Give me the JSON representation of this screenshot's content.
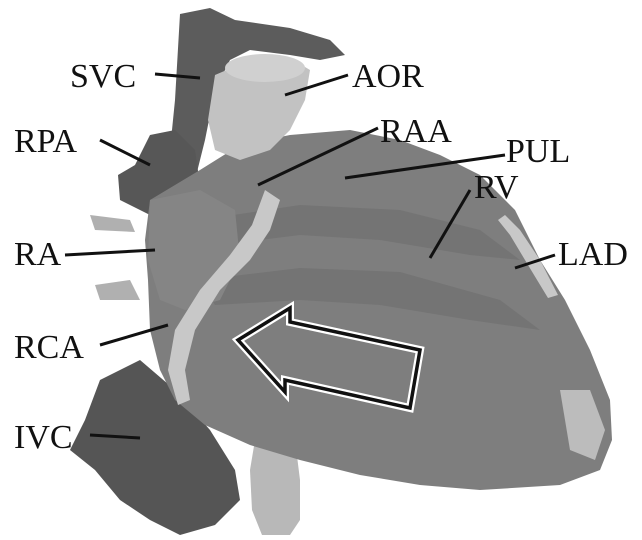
{
  "figure": {
    "colors": {
      "background": "#ffffff",
      "heart_surface": "#7d7d7d",
      "vessel_dark": "#5a5a5a",
      "vessel_light": "#bdbdbd",
      "label_text": "#111111",
      "arrow_stroke": "#111111"
    },
    "labels": {
      "svc": "SVC",
      "aor": "AOR",
      "rpa": "RPA",
      "raa": "RAA",
      "pul": "PUL",
      "rv": "RV",
      "ra": "RA",
      "lad": "LAD",
      "rca": "RCA",
      "ivc": "IVC"
    }
  }
}
